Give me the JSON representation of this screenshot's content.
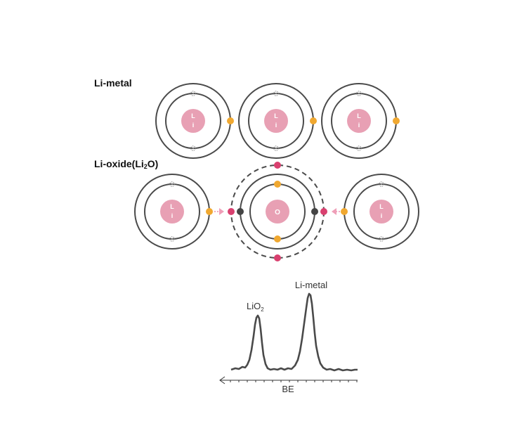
{
  "labels": {
    "li_metal": "Li-metal",
    "li_oxide_prefix": "Li-oxide(Li",
    "li_oxide_sub": "2",
    "li_oxide_suffix": "O)"
  },
  "atoms": {
    "li_symbol": "Li",
    "o_symbol": "O"
  },
  "spectrum": {
    "peak1_label_main": "LiO",
    "peak1_label_sub": "2",
    "peak2_label": "Li-metal",
    "axis_label": "BE"
  },
  "colors": {
    "nucleus": "#e8a0b4",
    "nucleus_text": "#ffffff",
    "shell": "#4a4a4a",
    "valence_electron": "#f0a830",
    "transfer_electron": "#d9406f",
    "oxygen_electron": "#444444",
    "arrow": "#ef9fb8",
    "inner_electron": "#888888"
  }
}
